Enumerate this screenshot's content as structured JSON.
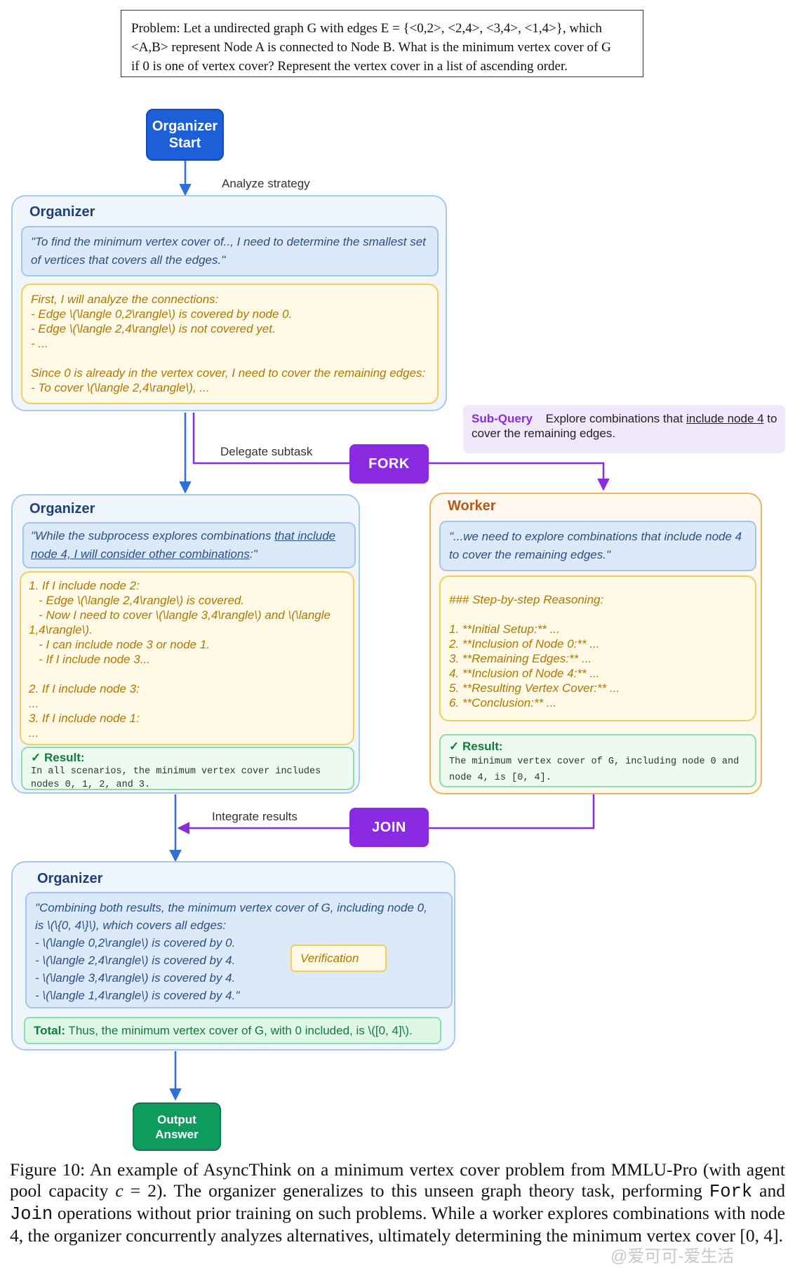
{
  "problem": {
    "line1": "Problem: Let a undirected graph G with edges E = {<0,2>, <2,4>, <3,4>, <1,4>}, which",
    "line2": "<A,B> represent Node A is connected to Node B. What is the minimum vertex cover of G",
    "line3": "if 0 is one of vertex cover? Represent the vertex cover in a list of ascending order."
  },
  "start": {
    "line1": "Organizer",
    "line2": "Start"
  },
  "labels": {
    "analyze": "Analyze strategy",
    "delegate": "Delegate subtask",
    "integrate": "Integrate results",
    "fork": "FORK",
    "join": "JOIN"
  },
  "subquery": {
    "label": "Sub-Query",
    "text_before": "Explore combinations that ",
    "text_underlined": "include node 4",
    "text_after": " to",
    "line2": "cover the remaining edges."
  },
  "organizer1": {
    "title": "Organizer",
    "quote_line1": "\"To find the minimum vertex cover of.., I need to determine the smallest set",
    "quote_line2": "of vertices that covers all the edges.\"",
    "lines": [
      "First, I will analyze the connections:",
      "- Edge \\(\\langle 0,2\\rangle\\) is covered by node 0.",
      "- Edge \\(\\langle 2,4\\rangle\\) is not covered yet.",
      "- ...",
      "",
      "Since 0 is already in the vertex cover, I need to cover the remaining edges:",
      "- To cover \\(\\langle 2,4\\rangle\\), ..."
    ]
  },
  "organizer2": {
    "title": "Organizer",
    "quote_plain": "\"While the subprocess explores combinations ",
    "quote_underlined1": "that include",
    "quote_underlined2": "node 4, I will consider other combinations",
    "quote_end": ":\"",
    "lines": [
      "1. If I include node 2:",
      "   - Edge \\(\\langle 2,4\\rangle\\) is covered.",
      "   - Now I need to cover \\(\\langle 3,4\\rangle\\) and \\(\\langle",
      "1,4\\rangle\\).",
      "   - I can include node 3 or node 1.",
      "   - If I include node 3...",
      "",
      "2. If I include node 3:",
      "...",
      "3. If I include node 1:",
      "..."
    ],
    "result_label": "✓ Result:",
    "result_line1": "In all scenarios, the minimum vertex cover includes",
    "result_line2": "nodes 0, 1, 2, and 3."
  },
  "worker": {
    "title": "Worker",
    "quote_line1": "\"...we need to explore combinations that include node 4",
    "quote_line2": "to cover the remaining edges.\"",
    "lines": [
      "### Step-by-step Reasoning:",
      "",
      "1. **Initial Setup:** ...",
      "2. **Inclusion of Node 0:** ...",
      "3. **Remaining Edges:** ...",
      "4. **Inclusion of Node 4:** ...",
      "5. **Resulting Vertex Cover:** ...",
      "6. **Conclusion:** ..."
    ],
    "result_label": "✓ Result:",
    "result_line1": "The minimum vertex cover of G, including node 0 and",
    "result_line2": "node 4, is [0, 4]."
  },
  "organizer3": {
    "title": "Organizer",
    "lines": [
      "\"Combining both results, the minimum vertex cover of G, including node 0,",
      "is \\(\\{0, 4\\}\\), which covers all edges:",
      "- \\(\\langle 0,2\\rangle\\) is covered by 0.",
      "- \\(\\langle 2,4\\rangle\\) is covered by 4.",
      "- \\(\\langle 3,4\\rangle\\) is covered by 4.",
      "- \\(\\langle 1,4\\rangle\\) is covered by 4.\""
    ],
    "verification": "Verification",
    "total_label": "Total:",
    "total_text": " Thus, the minimum vertex cover of G, with 0 included, is \\([0, 4]\\)."
  },
  "output": {
    "line1": "Output",
    "line2": "Answer"
  },
  "caption": {
    "part1": "Figure 10: An example of AsyncThink on a minimum vertex cover problem from MMLU-Pro (with agent pool capacity ",
    "var": "c",
    "part2": " = 2). The organizer generalizes to this unseen graph theory task, performing ",
    "fork": "Fork",
    "part3": " and ",
    "join": "Join",
    "part4": " operations without prior training on such problems. While a worker explores combinations with node 4, the organizer concurrently analyzes alternatives, ultimately determining the minimum vertex cover [0, 4]."
  },
  "watermark": "@爱可可-爱生活",
  "colors": {
    "blue_arrow": "#2f6fd8",
    "purple": "#8a2be2",
    "title_blue": "#1f3f78",
    "worker_title": "#b8581a"
  }
}
